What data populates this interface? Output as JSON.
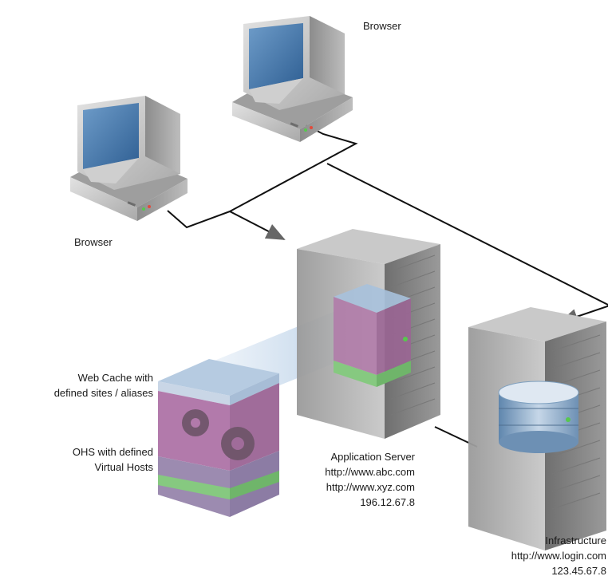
{
  "nodes": {
    "browser_top": {
      "label": "Browser"
    },
    "browser_left": {
      "label": "Browser"
    },
    "web_cache": {
      "lines": [
        "Web Cache with",
        "defined sites / aliases"
      ]
    },
    "ohs": {
      "lines": [
        "OHS with defined",
        "Virtual Hosts"
      ]
    },
    "app_server": {
      "lines": [
        "Application Server",
        "http://www.abc.com",
        "http://www.xyz.com",
        "196.12.67.8"
      ]
    },
    "infrastructure": {
      "lines": [
        "Infrastructure",
        "http://www.login.com",
        "123.45.67.8"
      ]
    }
  },
  "colors": {
    "monitor_screen": "#3f78ae",
    "monitor_body": "#b8b8b8",
    "server_body": "#8f8f8f",
    "cube_top": "#9fb9d6",
    "cube_middle": "#a56e9f",
    "cube_bottom": "#7fc47a",
    "database": "#7d9fbf",
    "connector": "#111111"
  }
}
